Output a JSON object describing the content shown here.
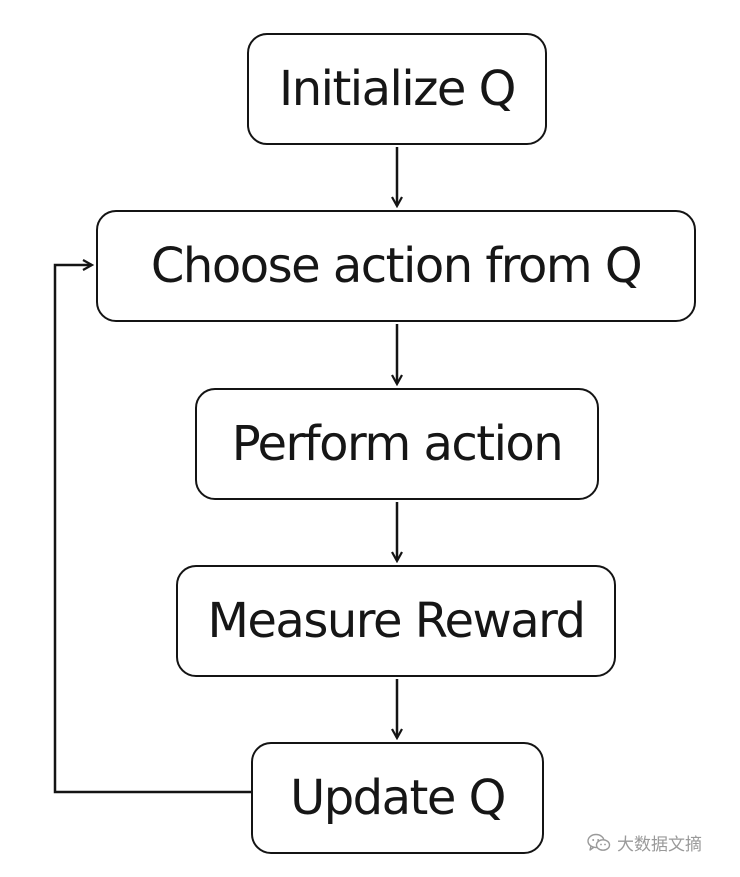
{
  "diagram": {
    "nodes": {
      "initialize": "Initialize Q",
      "choose": "Choose action from Q",
      "perform": "Perform action",
      "measure": "Measure Reward",
      "update": "Update Q"
    },
    "colors": {
      "stroke": "#141414",
      "text": "#161616",
      "background": "#ffffff"
    }
  },
  "watermark": {
    "icon": "wechat-icon",
    "text": "大数据文摘"
  }
}
